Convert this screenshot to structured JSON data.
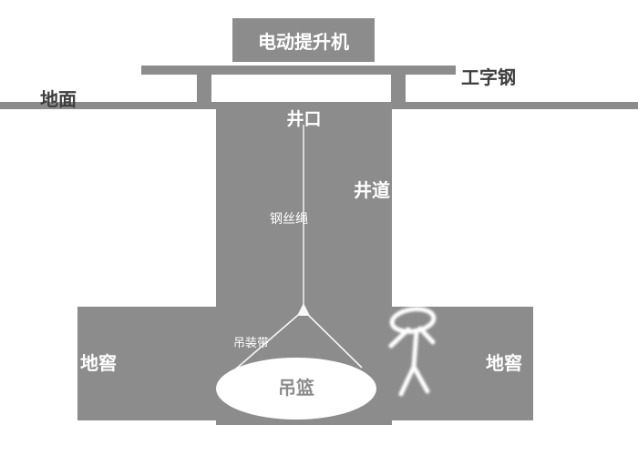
{
  "colors": {
    "shape_gray": "#8c8c8c",
    "text_dark": "#3d3d3d",
    "text_white": "#ffffff",
    "rope_white": "#f7f7f7"
  },
  "labels": {
    "hoist": "电动提升机",
    "i_beam": "工字钢",
    "ground": "地面",
    "wellhead": "井口",
    "shaft": "井道",
    "wire_rope": "钢丝绳",
    "sling": "吊装带",
    "basket": "吊篮",
    "cellar_left": "地窖",
    "cellar_right": "地窖"
  }
}
